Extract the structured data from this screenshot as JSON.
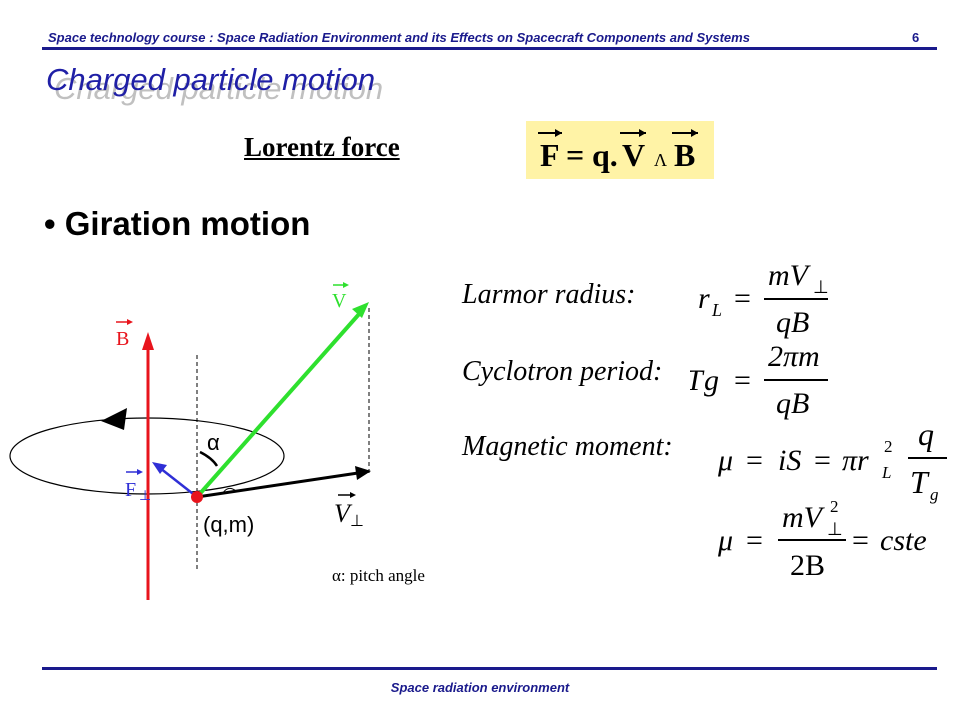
{
  "header": {
    "course_title": "Space technology course : Space Radiation Environment and its Effects on Spacecraft Components and Systems",
    "page_number": "6"
  },
  "slide": {
    "title": "Charged particle motion",
    "lorentz_label": "Lorentz force",
    "bullet_marker": "•",
    "bullet_text": "Giration motion"
  },
  "formula": {
    "F": "F",
    "eq": "=",
    "q": "q.",
    "V": "V",
    "wedge": "Λ",
    "B": "B"
  },
  "diagram": {
    "label_V": "V",
    "label_B": "B",
    "label_F": "F",
    "perp": "⊥",
    "alpha": "α",
    "particle": "(q,m)",
    "label_Vperp": "V",
    "pitch_note": "α: pitch angle"
  },
  "equations": {
    "larmor_label": "Larmor radius:",
    "cyclotron_label": "Cyclotron period:",
    "magnetic_label": "Magnetic moment:",
    "r": "r",
    "L": "L",
    "T": "T",
    "g": "g",
    "equals": "=",
    "mV": "mV",
    "qB": "qB",
    "two_pi_m": "2πm",
    "mu": "μ",
    "iS": "iS",
    "pi_r": "πr",
    "two": "2",
    "q": "q",
    "twoB": "2B",
    "cste": "cste"
  },
  "footer": {
    "text": "Space radiation environment"
  },
  "colors": {
    "accent": "#1a1a8c",
    "title": "#1f1fa6",
    "title_shadow": "#c0c0c0",
    "formula_bg": "#fff3a6",
    "B_field": "#e8141c",
    "velocity": "#2ee02e",
    "force": "#2f2fd6",
    "particle": "#e8141c"
  }
}
